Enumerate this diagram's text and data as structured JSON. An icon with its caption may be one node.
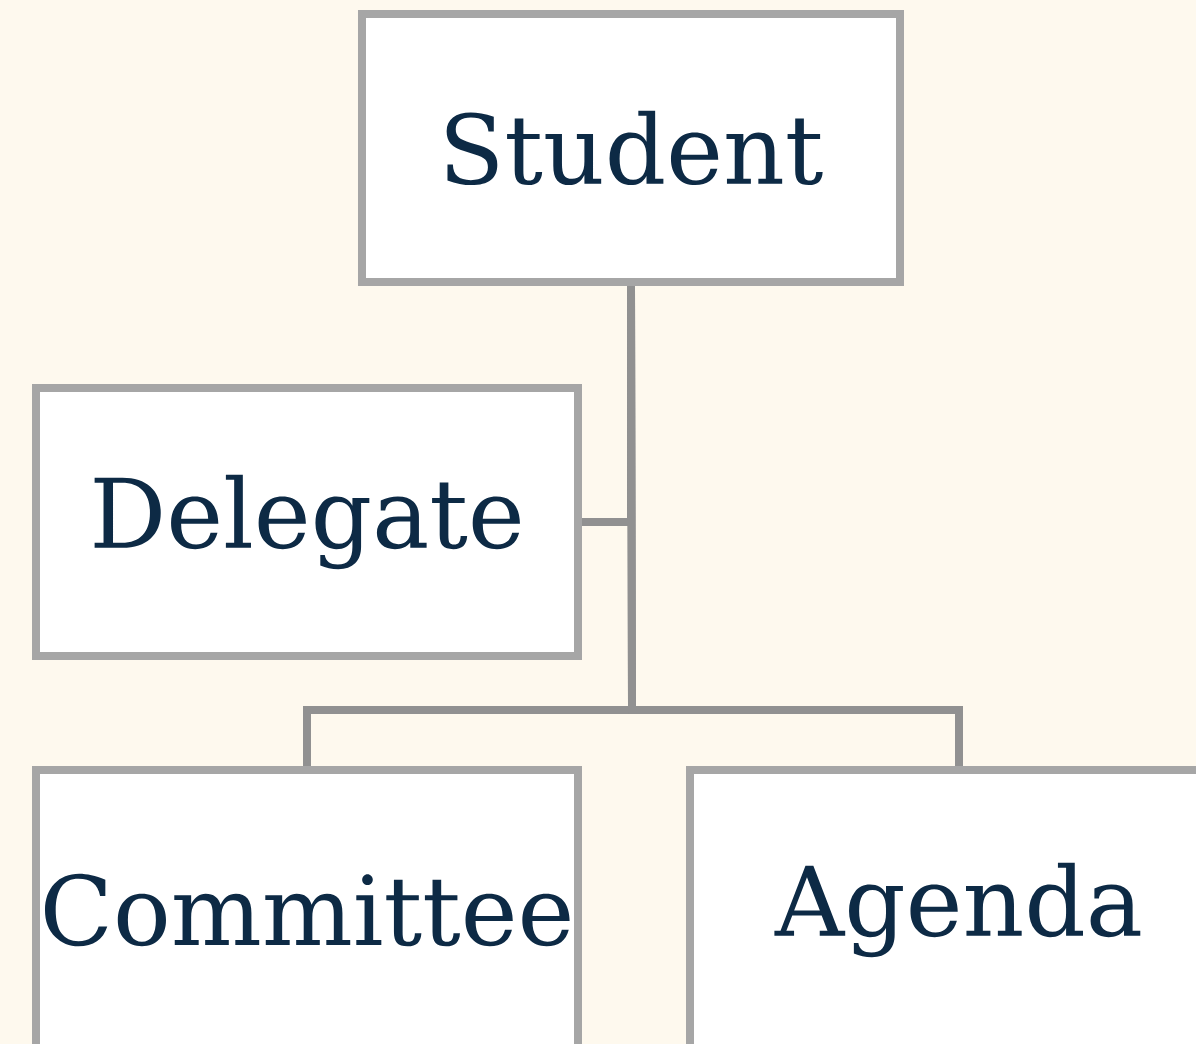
{
  "diagram": {
    "nodes": [
      {
        "text": [
          "Student"
        ]
      },
      {
        "text": [
          "Delegate"
        ]
      },
      {
        "text": [
          "Committee"
        ]
      },
      {
        "text": [
          "Agenda"
        ]
      }
    ],
    "edges": [
      {
        "from": 0,
        "to": 1,
        "arrow": "none"
      },
      {
        "from": 0,
        "to": 2,
        "arrow": "none"
      },
      {
        "from": 0,
        "to": 3,
        "arrow": "none"
      }
    ]
  }
}
